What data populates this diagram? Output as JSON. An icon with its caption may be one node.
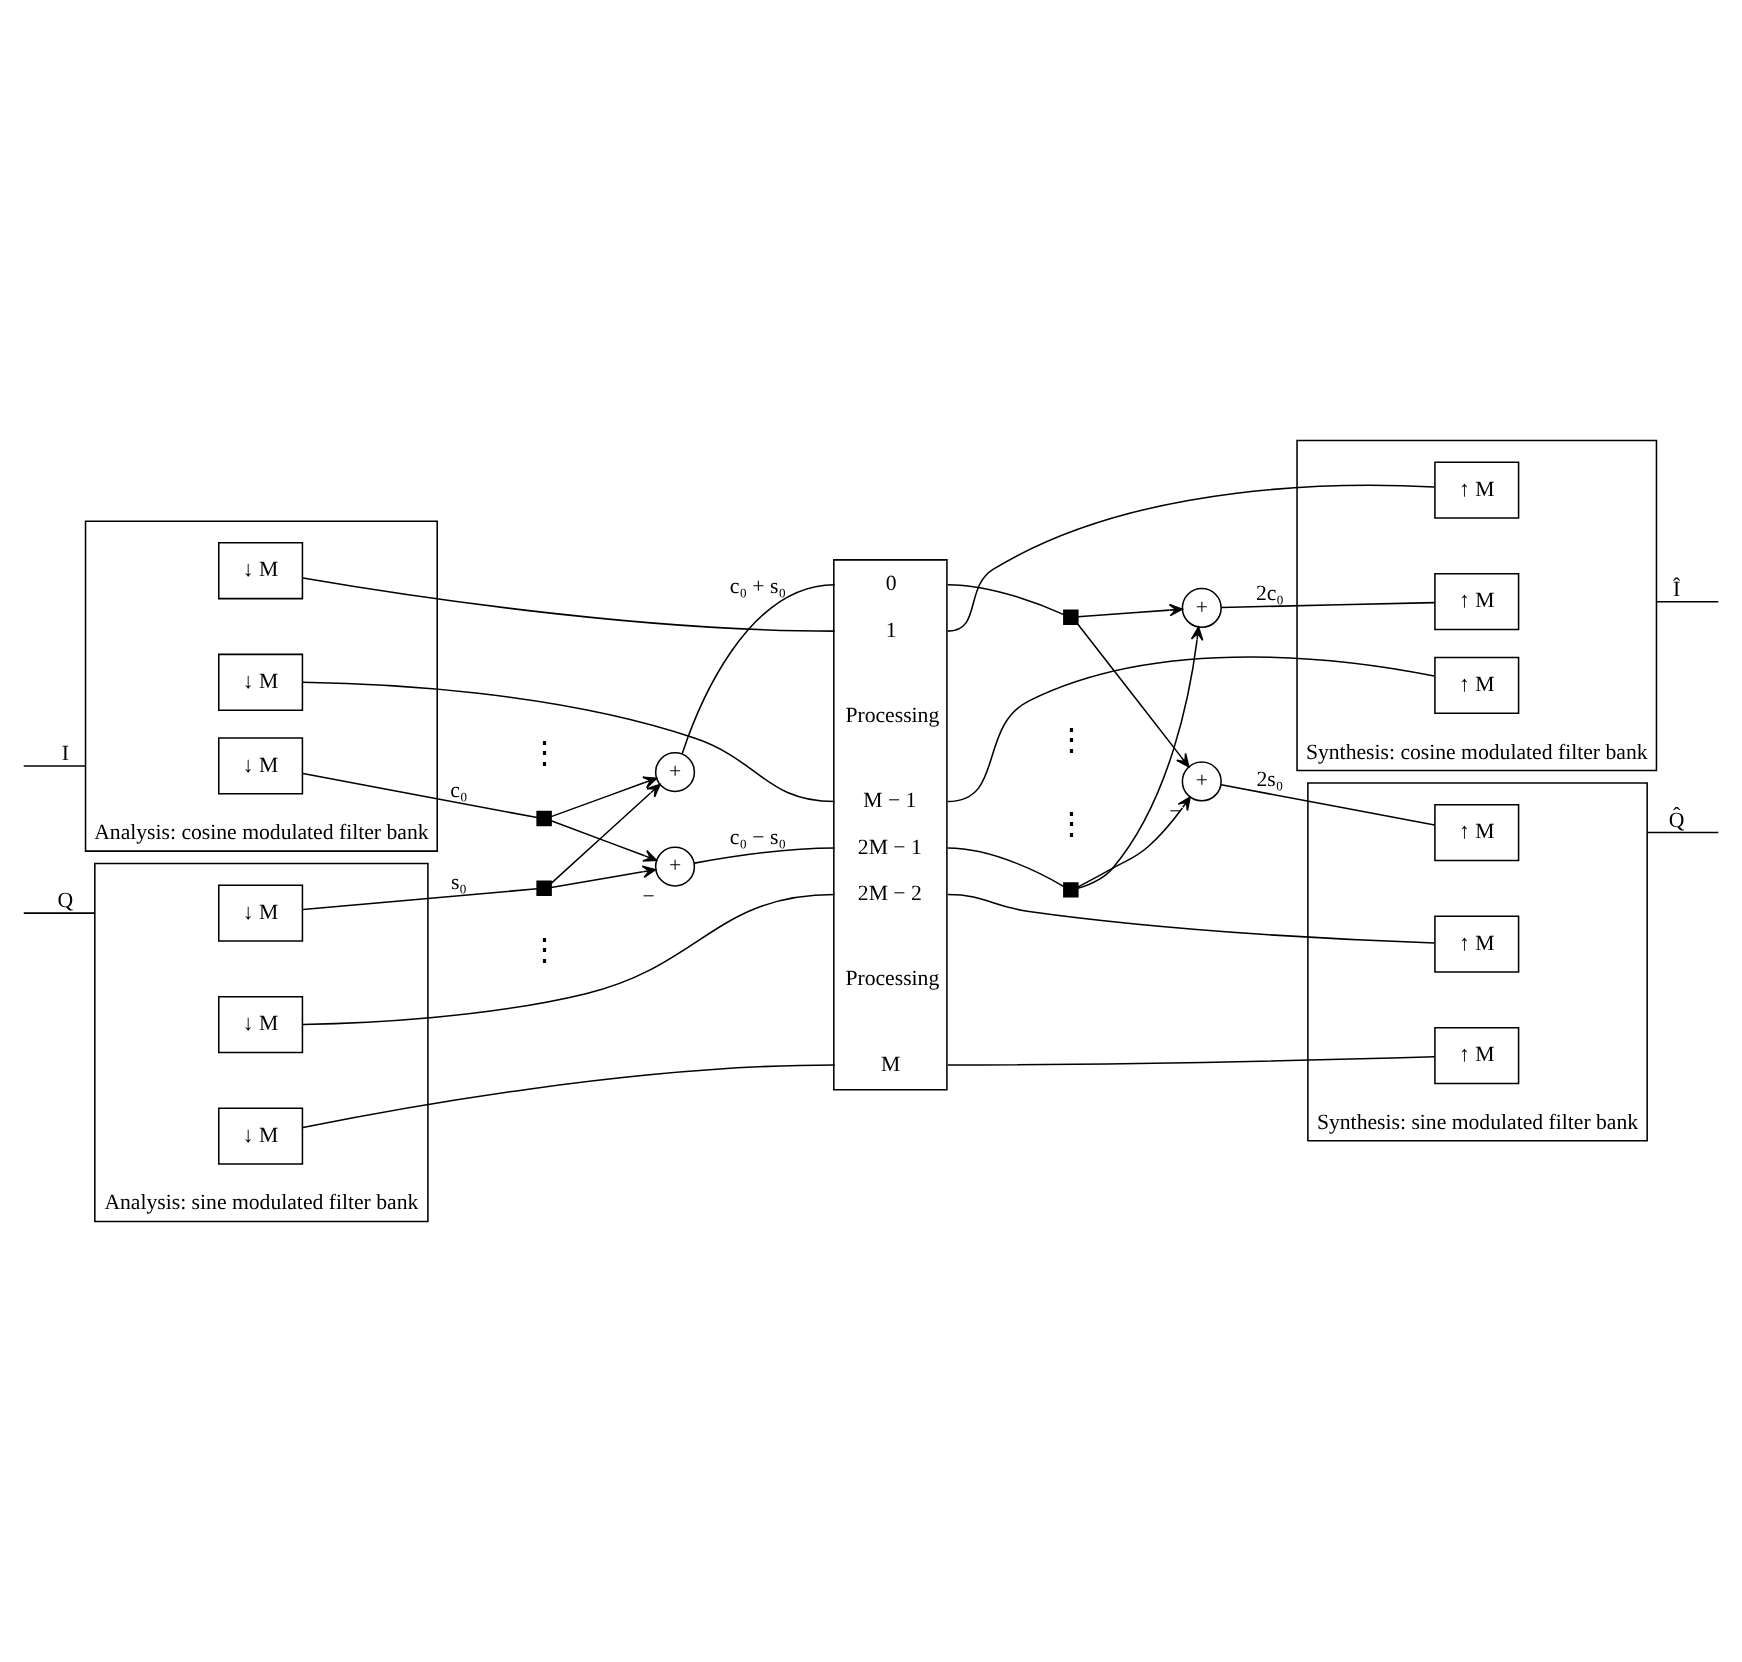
{
  "diagram": {
    "nodes": [
      {
        "text": [
          "Analysis: cosine modulated filter bank"
        ]
      },
      {
        "text": [
          "↓ M"
        ],
        "in": 0
      },
      {
        "text": [
          "↓ M"
        ],
        "in": 0
      },
      {
        "text": [
          "↓ M"
        ],
        "in": 0
      },
      {
        "text": [
          "Analysis: sine modulated filter bank"
        ]
      },
      {
        "text": [
          "↓ M"
        ],
        "in": 4
      },
      {
        "text": [
          "↓ M"
        ],
        "in": 4
      },
      {
        "text": [
          "↓ M"
        ],
        "in": 4
      },
      {
        "text": [
          "0",
          "1",
          "Processing",
          "M − 1",
          "2M − 1",
          "2M − 2",
          "Processing",
          "M"
        ]
      },
      {
        "text": [
          "Synthesis: cosine modulated filter bank"
        ]
      },
      {
        "text": [
          "↑ M"
        ],
        "in": 9
      },
      {
        "text": [
          "↑ M"
        ],
        "in": 9
      },
      {
        "text": [
          "↑ M"
        ],
        "in": 9
      },
      {
        "text": [
          "Synthesis: sine modulated filter bank"
        ]
      },
      {
        "text": [
          "↑ M"
        ],
        "in": 13
      },
      {
        "text": [
          "↑ M"
        ],
        "in": 13
      },
      {
        "text": [
          "↑ M"
        ],
        "in": 13
      },
      {
        "text": [
          "+"
        ]
      },
      {
        "text": [
          "+"
        ],
        "beside": [
          "−"
        ]
      },
      {
        "text": [
          "+"
        ]
      },
      {
        "text": [
          "+"
        ],
        "beside": [
          "−"
        ]
      },
      {
        "text": [],
        "shape": "box"
      },
      {
        "text": [],
        "shape": "box"
      },
      {
        "text": [],
        "shape": "box"
      },
      {
        "text": [],
        "shape": "box"
      }
    ],
    "edges": [
      {
        "from": null,
        "to": 0,
        "arrow": "none",
        "label": "I"
      },
      {
        "from": null,
        "to": 4,
        "arrow": "none",
        "label": "Q"
      },
      {
        "from": 1,
        "to": 21,
        "arrow": "none",
        "label": "c₀"
      },
      {
        "from": 5,
        "to": 22,
        "arrow": "none",
        "label": "s₀"
      },
      {
        "from": 21,
        "to": 17,
        "arrow": "to"
      },
      {
        "from": 21,
        "to": 18,
        "arrow": "to"
      },
      {
        "from": 22,
        "to": 17,
        "arrow": "to"
      },
      {
        "from": 22,
        "to": 18,
        "arrow": "to"
      },
      {
        "from": 17,
        "to": 8,
        "arrow": "none",
        "label": "c₀ + s₀"
      },
      {
        "from": 2,
        "to": 8,
        "arrow": "none"
      },
      {
        "from": 3,
        "to": 8,
        "arrow": "none"
      },
      {
        "from": 18,
        "to": 8,
        "arrow": "none",
        "label": "c₀ − s₀"
      },
      {
        "from": 6,
        "to": 8,
        "arrow": "none"
      },
      {
        "from": 7,
        "to": 8,
        "arrow": "none"
      },
      {
        "from": 8,
        "to": 23,
        "arrow": "none"
      },
      {
        "from": 8,
        "to": 24,
        "arrow": "none"
      },
      {
        "from": 23,
        "to": 19,
        "arrow": "to"
      },
      {
        "from": 23,
        "to": 20,
        "arrow": "to"
      },
      {
        "from": 24,
        "to": 19,
        "arrow": "to"
      },
      {
        "from": 24,
        "to": 20,
        "arrow": "to"
      },
      {
        "from": 19,
        "to": 10,
        "arrow": "none",
        "label": "2c₀"
      },
      {
        "from": 20,
        "to": 14,
        "arrow": "none",
        "label": "2s₀"
      },
      {
        "from": 8,
        "to": 11,
        "arrow": "none"
      },
      {
        "from": 8,
        "to": 12,
        "arrow": "none"
      },
      {
        "from": 8,
        "to": 15,
        "arrow": "none"
      },
      {
        "from": 8,
        "to": 16,
        "arrow": "none"
      },
      {
        "from": 9,
        "to": null,
        "arrow": "none",
        "label": "Î"
      },
      {
        "from": 13,
        "to": null,
        "arrow": "none",
        "label": "Q̂"
      }
    ],
    "labels": [
      "⋮",
      "⋮",
      "⋮",
      "⋮"
    ]
  }
}
